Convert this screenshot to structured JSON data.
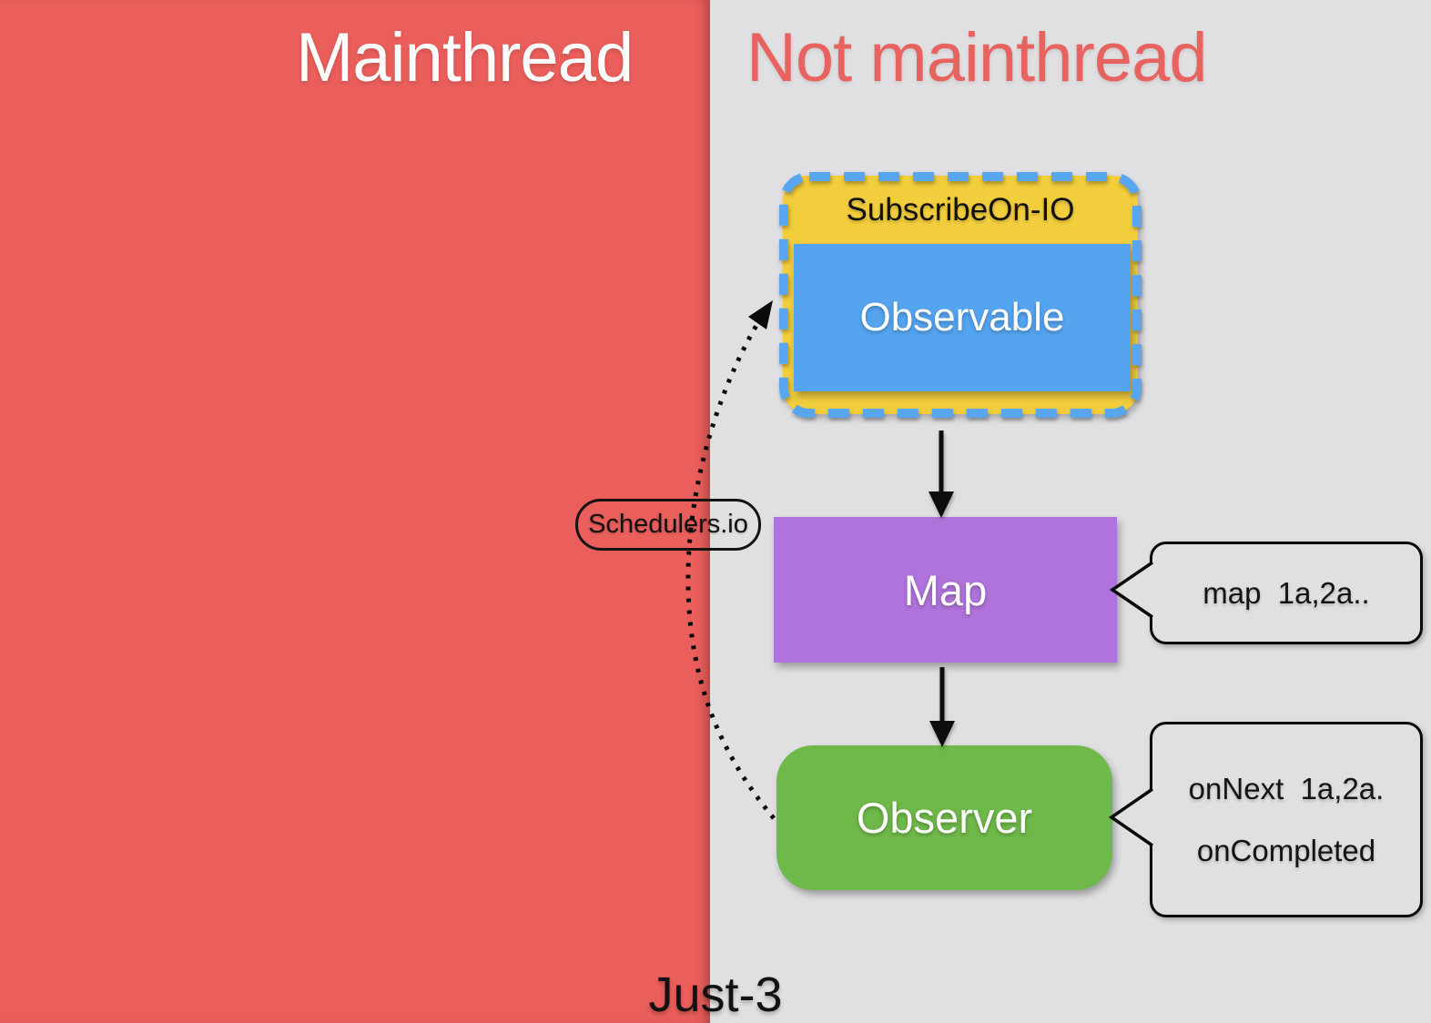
{
  "header": {
    "mainthread_label": "Mainthread",
    "not_mainthread_label": "Not mainthread"
  },
  "diagram": {
    "subscribe_on_label": "SubscribeOn-IO",
    "observable_label": "Observable",
    "map_label": "Map",
    "observer_label": "Observer",
    "scheduler_label": "Schedulers.io",
    "callout_map": {
      "text": "map  1a,2a.."
    },
    "callout_observer": {
      "line1": "onNext  1a,2a.",
      "line2": "onCompleted"
    },
    "caption": "Just-3"
  },
  "colors": {
    "mainthread_bg": "#ea5e5b",
    "not_mainthread_bg": "#e0e0e2",
    "not_mainthread_text": "#e8635f",
    "subscribe_on_fill": "#f2cd3c",
    "subscribe_on_dash": "#58a5f0",
    "observable_fill": "#55a4f0",
    "map_fill": "#b073db",
    "observer_fill": "#6fb94a",
    "arrow_color": "#0a0a0a"
  }
}
